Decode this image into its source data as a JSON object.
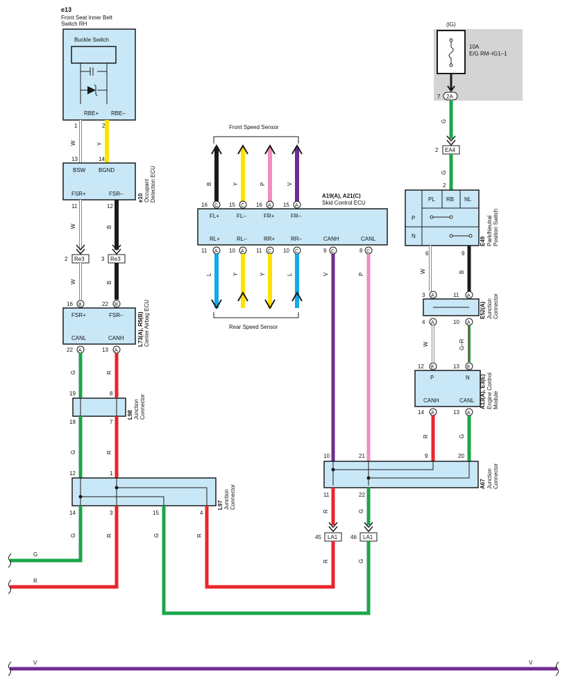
{
  "components": {
    "e13": {
      "code": "e13",
      "name_line1": "Front Seat Inner Belt",
      "name_line2": "Switch RH",
      "inner": "Buckle Switch",
      "pin_left": "RBE+",
      "pin_right": "RBE–"
    },
    "e10": {
      "code": "e10",
      "name_line1": "Occupant",
      "name_line2": "Detection ECU",
      "p1": "BSW",
      "p2": "BGND",
      "p3": "FSR+",
      "p4": "FSR–"
    },
    "l73": {
      "code": "L73(A), R5(B)",
      "name": "Center Airbag ECU",
      "p1": "FSR+",
      "p2": "FSR–",
      "p3": "CANL",
      "p4": "CANH"
    },
    "l98": {
      "code": "L98",
      "name_line1": "Junction",
      "name_line2": "Connector"
    },
    "l97": {
      "code": "L97",
      "name_line1": "Junction",
      "name_line2": "Connector"
    },
    "a19": {
      "code": "A19(A), A21(C)",
      "name": "Skid Control ECU",
      "top": [
        "FL+",
        "FL–",
        "FR+",
        "FR–"
      ],
      "bottom": [
        "RL+",
        "RL–",
        "RR+",
        "RR–",
        "CANH",
        "CANL"
      ]
    },
    "a67": {
      "code": "A67",
      "name_line1": "Junction",
      "name_line2": "Connector"
    },
    "e49": {
      "code": "E49",
      "name_line1": "Park/Neutral",
      "name_line2": "Position Switch",
      "cols": [
        "PL",
        "RB",
        "NL"
      ],
      "rows": [
        "P",
        "N"
      ]
    },
    "e52": {
      "code": "E52(A)",
      "name_line1": "Junction",
      "name_line2": "Connector"
    },
    "a13": {
      "code": "A13(A), E3(E)",
      "name_line1": "Engine Control",
      "name_line2": "Module",
      "p1": "P",
      "p2": "N",
      "p3": "CANH",
      "p4": "CANL"
    },
    "fuse": {
      "ig": "(IG)",
      "rating": "10A",
      "name": "E/G RM–IG1–1"
    }
  },
  "labels": {
    "front_sensor": "Front Speed Sensor",
    "rear_sensor": "Rear Speed Sensor"
  },
  "pins": {
    "e13_1": "1",
    "e13_2": "2",
    "e10_13": "13",
    "e10_14": "14",
    "e10_11": "11",
    "e10_12": "12",
    "re3a": "Re3",
    "re3a_n": "2",
    "re3b": "Re3",
    "re3b_n": "3",
    "l73_16": "16",
    "l73_16c": "B",
    "l73_22": "22",
    "l73_22c": "B",
    "l73_22b": "22",
    "l73_22bc": "A",
    "l73_13": "13",
    "l73_13c": "A",
    "l98_19": "19",
    "l98_8": "8",
    "l98_18": "18",
    "l98_7": "7",
    "l97_12": "12",
    "l97_1": "1",
    "l97_14": "14",
    "l97_3": "3",
    "l97_15": "15",
    "l97_4": "4",
    "a19_t": [
      {
        "n": "16",
        "c": "C"
      },
      {
        "n": "15",
        "c": "C"
      },
      {
        "n": "16",
        "c": "A"
      },
      {
        "n": "15",
        "c": "A"
      }
    ],
    "a19_b": [
      {
        "n": "11",
        "c": "A"
      },
      {
        "n": "10",
        "c": "A"
      },
      {
        "n": "11",
        "c": "C"
      },
      {
        "n": "10",
        "c": "C"
      },
      {
        "n": "9",
        "c": "C"
      },
      {
        "n": "8",
        "c": "C"
      }
    ],
    "a67_10": "10",
    "a67_21": "21",
    "a67_9": "9",
    "a67_20": "20",
    "a67_11": "11",
    "a67_22": "22",
    "la1a": "LA1",
    "la1a_n": "45",
    "la1b": "LA1",
    "la1b_n": "46",
    "fuse_7": "7",
    "fuse_2a": "2A",
    "ea4": "EA4",
    "ea4_n": "2",
    "e49_2": "2",
    "e49_6": "6",
    "e49_9": "9",
    "e52_3": "3",
    "e52_3c": "A",
    "e52_11": "11",
    "e52_11c": "A",
    "e52_4": "4",
    "e52_4c": "A",
    "e52_10": "10",
    "e52_10c": "A",
    "a13_12": "12",
    "a13_12c": "E",
    "a13_13": "13",
    "a13_13c": "E",
    "a13_14": "14",
    "a13_14c": "A",
    "a13_13b": "13",
    "a13_13bc": "A"
  },
  "wire_colors": {
    "w_e13_1": "W",
    "w_e13_2": "Y",
    "w_e10_11": "W",
    "w_e10_12": "B",
    "w_re3_a": "W",
    "w_re3_b": "B",
    "w_l73_g": "G",
    "w_l73_r": "R",
    "w_l98_g": "G",
    "w_l98_r": "R",
    "w_l97_14": "G",
    "w_l97_3": "R",
    "w_l97_15": "G",
    "w_l97_4": "R",
    "w_out_g": "G",
    "w_out_r": "R",
    "w_fs": [
      "B",
      "Y",
      "P",
      "V"
    ],
    "w_rs": [
      "L",
      "Y",
      "Y",
      "L"
    ],
    "w_canh": "V",
    "w_canl": "P",
    "w_a67_11": "R",
    "w_a67_22": "G",
    "w_la1a": "R",
    "w_la1b": "G",
    "w_fuse": "G",
    "w_ea4": "G",
    "w_e49_6": "W",
    "w_e49_9": "B",
    "w_e52_4": "W",
    "w_e52_10": "G–R",
    "w_a13_14": "R",
    "w_a13_13": "G",
    "w_v_left": "V",
    "w_v_right": "V"
  },
  "colors": {
    "green": "#1aa64a",
    "red": "#e8262b",
    "yellow": "#ffe100",
    "black": "#1a1a1a",
    "purple": "#6f2c91",
    "pink": "#ef8dbd",
    "blue": "#12a9e8",
    "box_fill": "#c9e8f7",
    "fuse_bg": "#d4d4d4"
  }
}
